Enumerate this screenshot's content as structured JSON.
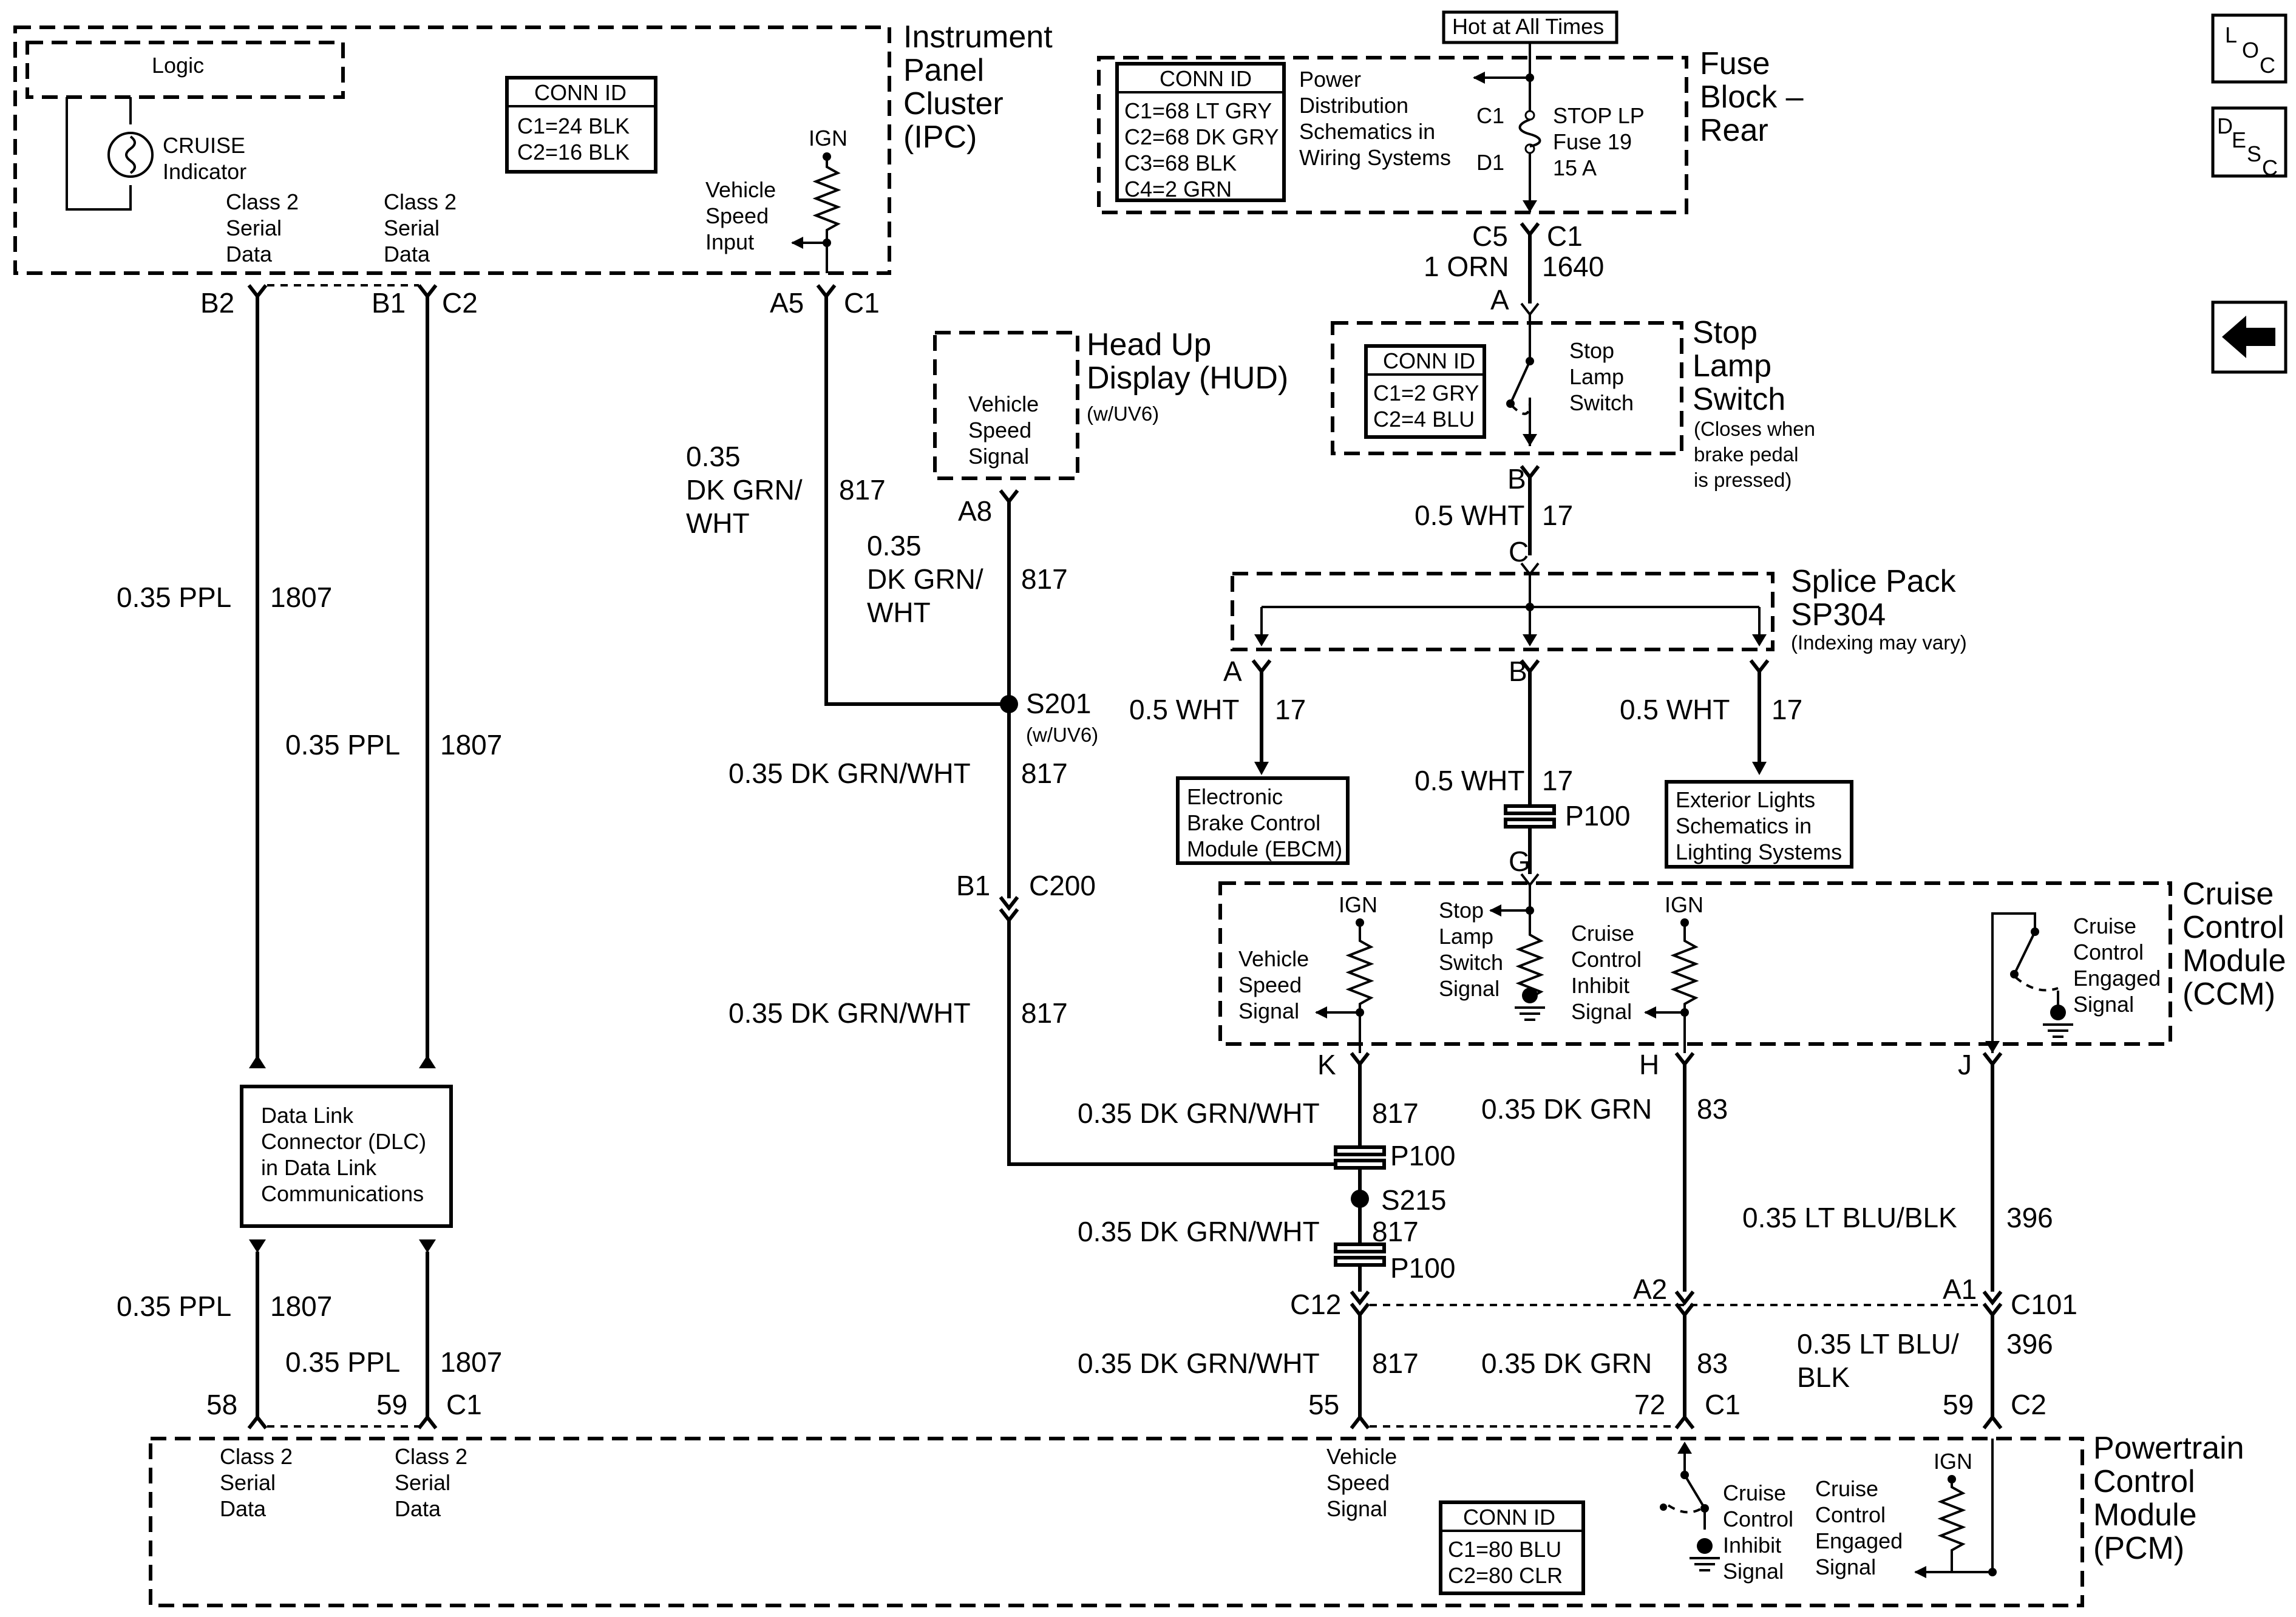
{
  "ipc": {
    "title": [
      "Instrument",
      "Panel",
      "Cluster",
      "(IPC)"
    ],
    "logic": "Logic",
    "cruise": [
      "CRUISE",
      "Indicator"
    ],
    "serial_a": [
      "Class 2",
      "Serial",
      "Data"
    ],
    "serial_b": [
      "Class 2",
      "Serial",
      "Data"
    ],
    "ign": "IGN",
    "vss_input": [
      "Vehicle",
      "Speed",
      "Input"
    ],
    "conn": {
      "header": "CONN ID",
      "rows": [
        "C1=24 BLK",
        "C2=16 BLK"
      ]
    },
    "pins": {
      "b2": "B2",
      "b1": "B1",
      "c2": "C2",
      "a5": "A5",
      "c1": "C1"
    }
  },
  "fuse": {
    "hot": "Hot at All Times",
    "title": [
      "Fuse",
      "Block –",
      "Rear"
    ],
    "conn": {
      "header": "CONN ID",
      "rows": [
        "C1=68 LT GRY",
        "C2=68 DK GRY",
        "C3=68 BLK",
        "C4=2 GRN"
      ]
    },
    "power": [
      "Power",
      "Distribution",
      "Schematics in",
      "Wiring Systems"
    ],
    "c1": "C1",
    "d1": "D1",
    "fuse": [
      "STOP LP",
      "Fuse 19",
      "15 A"
    ]
  },
  "stop_switch": {
    "c5": "C5",
    "c1": "C1",
    "wire_top": {
      "gauge": "1 ORN",
      "circuit": "1640"
    },
    "a": "A",
    "title": [
      "Stop",
      "Lamp",
      "Switch"
    ],
    "note": [
      "(Closes when",
      "brake pedal",
      "is pressed)"
    ],
    "label": [
      "Stop",
      "Lamp",
      "Switch"
    ],
    "conn": {
      "header": "CONN ID",
      "rows": [
        "C1=2 GRY",
        "C2=4 BLU"
      ]
    },
    "b": "B",
    "wire_bottom": {
      "gauge": "0.5 WHT",
      "circuit": "17"
    },
    "c": "C"
  },
  "splice": {
    "title": [
      "Splice Pack",
      "SP304"
    ],
    "note": "(Indexing may vary)",
    "a": "A",
    "b": "B",
    "wire_a": {
      "gauge": "0.5 WHT",
      "circuit": "17"
    },
    "wire_c": {
      "gauge": "0.5 WHT",
      "circuit": "17"
    },
    "wire_b": {
      "gauge": "0.5 WHT",
      "circuit": "17"
    },
    "ebcm": [
      "Electronic",
      "Brake Control",
      "Module (EBCM)"
    ],
    "exterior": [
      "Exterior Lights",
      "Schematics in",
      "Lighting Systems"
    ],
    "p100": "P100",
    "g": "G"
  },
  "hud": {
    "title": [
      "Head Up",
      "Display (HUD)"
    ],
    "option": "(w/UV6)",
    "signal": [
      "Vehicle",
      "Speed",
      "Signal"
    ],
    "a8": "A8",
    "wire_a8": {
      "gauge": [
        "0.35",
        "DK GRN/",
        "WHT"
      ],
      "circuit": "817"
    },
    "wire_a5": {
      "gauge": [
        "0.35",
        "DK GRN/",
        "WHT"
      ],
      "circuit": "817"
    },
    "s201": "S201",
    "s201_note": "(w/UV6)",
    "wire_s201": {
      "gauge": "0.35 DK GRN/WHT",
      "circuit": "817"
    },
    "b1": "B1",
    "c200": "C200",
    "wire_c200": {
      "gauge": "0.35 DK GRN/WHT",
      "circuit": "817"
    }
  },
  "serial": {
    "wire_b2": {
      "gauge": "0.35 PPL",
      "circuit": "1807"
    },
    "wire_b1": {
      "gauge": "0.35 PPL",
      "circuit": "1807"
    },
    "dlc": [
      "Data Link",
      "Connector (DLC)",
      "in Data Link",
      "Communications"
    ],
    "wire_58": {
      "gauge": "0.35 PPL",
      "circuit": "1807"
    },
    "wire_59": {
      "gauge": "0.35 PPL",
      "circuit": "1807"
    },
    "p58": "58",
    "p59": "59",
    "c1": "C1"
  },
  "ccm": {
    "title": [
      "Cruise",
      "Control",
      "Module",
      "(CCM)"
    ],
    "ign_1": "IGN",
    "ign_2": "IGN",
    "vss": [
      "Vehicle",
      "Speed",
      "Signal"
    ],
    "stop_sig": [
      "Stop",
      "Lamp",
      "Switch",
      "Signal"
    ],
    "inhibit": [
      "Cruise",
      "Control",
      "Inhibit",
      "Signal"
    ],
    "engaged": [
      "Cruise",
      "Control",
      "Engaged",
      "Signal"
    ],
    "k": "K",
    "h": "H",
    "j": "J"
  },
  "lower": {
    "wire_k": {
      "gauge": "0.35 DK GRN/WHT",
      "circuit": "817"
    },
    "p100_a": "P100",
    "s215": "S215",
    "wire_s215": {
      "gauge": "0.35 DK GRN/WHT",
      "circuit": "817"
    },
    "p100_b": "P100",
    "c12": "C12",
    "wire_55": {
      "gauge": "0.35 DK GRN/WHT",
      "circuit": "817"
    },
    "p55": "55",
    "wire_h": {
      "gauge": "0.35 DK GRN",
      "circuit": "83"
    },
    "a2": "A2",
    "wire_72": {
      "gauge": "0.35 DK GRN",
      "circuit": "83"
    },
    "p72": "72",
    "c1": "C1",
    "wire_j": {
      "gauge": "0.35 LT BLU/BLK",
      "circuit": "396"
    },
    "a1": "A1",
    "c101": "C101",
    "wire_59": {
      "gauge": [
        "0.35 LT BLU/",
        "BLK"
      ],
      "circuit": "396"
    },
    "p59": "59",
    "c2": "C2"
  },
  "pcm": {
    "title": [
      "Powertrain",
      "Control",
      "Module",
      "(PCM)"
    ],
    "serial_a": [
      "Class 2",
      "Serial",
      "Data"
    ],
    "serial_b": [
      "Class 2",
      "Serial",
      "Data"
    ],
    "vss": [
      "Vehicle",
      "Speed",
      "Signal"
    ],
    "conn": {
      "header": "CONN ID",
      "rows": [
        "C1=80 BLU",
        "C2=80 CLR"
      ]
    },
    "inhibit": [
      "Cruise",
      "Control",
      "Inhibit",
      "Signal"
    ],
    "engaged": [
      "Cruise",
      "Control",
      "Engaged",
      "Signal"
    ],
    "ign": "IGN"
  },
  "nav": {
    "loc": [
      "L",
      "O",
      "C"
    ],
    "desc": [
      "D",
      "E",
      "S",
      "C"
    ],
    "back_icon": "left-arrow-icon"
  }
}
